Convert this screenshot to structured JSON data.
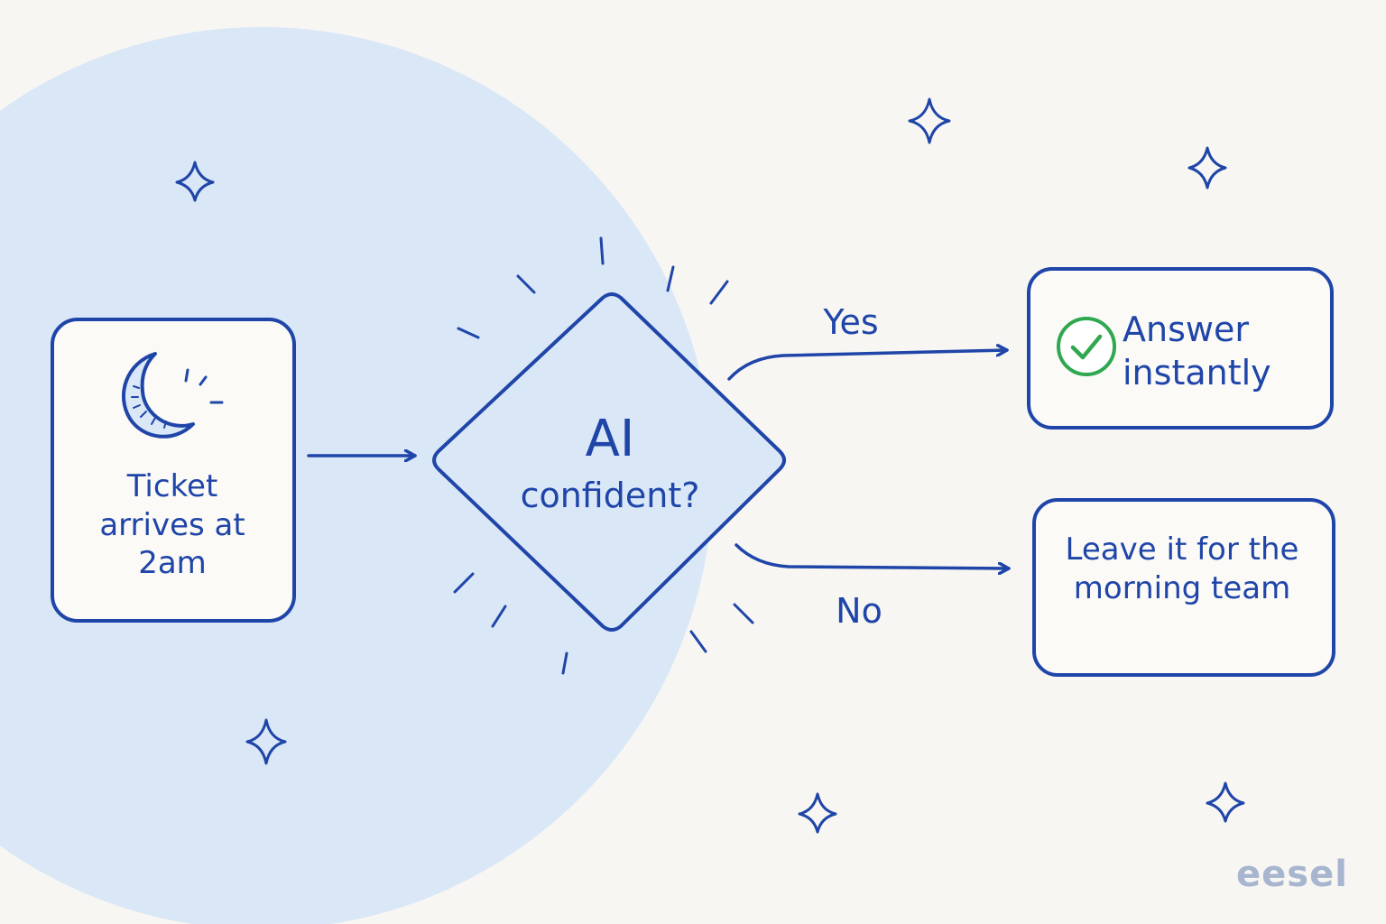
{
  "diagram": {
    "start_node": {
      "label": "Ticket arrives at 2am",
      "icon": "moon-icon"
    },
    "decision_node": {
      "title": "AI",
      "subtitle": "confident?"
    },
    "branches": {
      "yes": {
        "label": "Yes",
        "result": "Answer instantly",
        "icon": "check-circle-icon"
      },
      "no": {
        "label": "No",
        "result": "Leave it for the morning team"
      }
    }
  },
  "brand": {
    "logo_text": "eesel"
  },
  "colors": {
    "ink": "#1f45a8",
    "background": "#f7f6f3",
    "night_circle": "#d9e7f7",
    "check": "#2fa84f",
    "logo": "#a7b5cf"
  }
}
